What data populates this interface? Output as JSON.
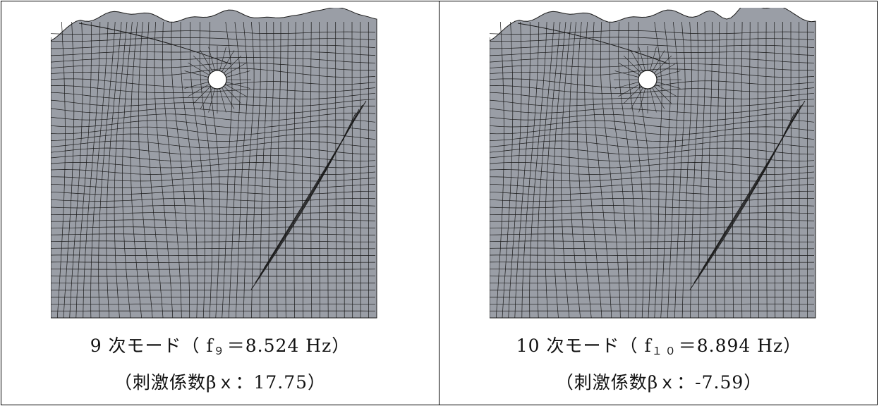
{
  "panels": [
    {
      "mode_label": "9 次モード（ f",
      "freq_sub": "９",
      "freq_value": "＝8.524 Hz）",
      "participation": "（刺激係数βｘ：17.75）"
    },
    {
      "mode_label": "10 次モード（ f",
      "freq_sub": "１０",
      "freq_value": "＝8.894 Hz）",
      "participation": "（刺激係数βｘ：-7.59）"
    }
  ],
  "colors": {
    "mesh_fill": "#9a9ea6",
    "mesh_line": "#1a1a1a",
    "border": "#000000"
  }
}
